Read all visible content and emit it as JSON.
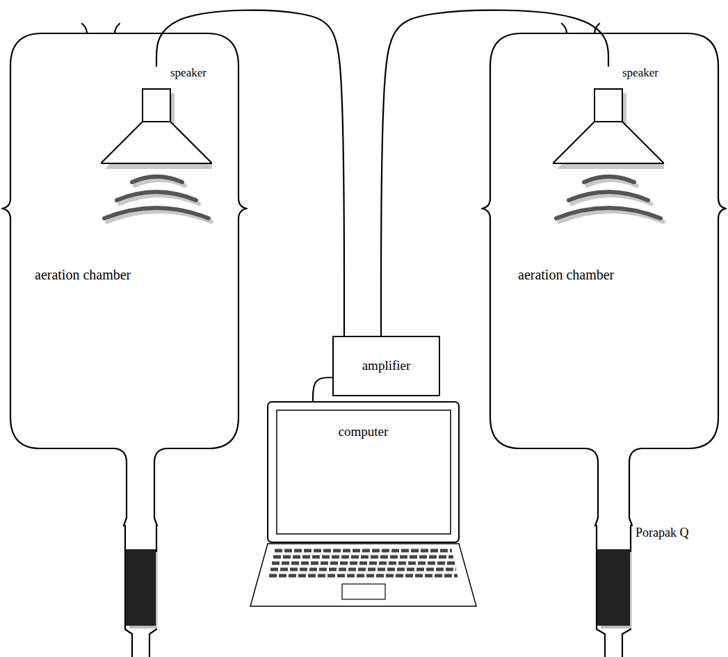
{
  "diagram": {
    "nodes": [
      {
        "text": [
          "aeration chamber"
        ]
      },
      {
        "text": [
          "speaker"
        ],
        "in": 0
      },
      {
        "text": [
          "amplifier"
        ]
      },
      {
        "text": [
          "computer"
        ]
      },
      {
        "text": [
          "aeration chamber"
        ]
      },
      {
        "text": [
          "speaker"
        ],
        "in": 4
      }
    ],
    "edges": [
      {
        "from": 1,
        "to": 2,
        "arrow": "none"
      },
      {
        "from": 5,
        "to": 2,
        "arrow": "none"
      },
      {
        "from": 2,
        "to": 3,
        "arrow": "none"
      }
    ],
    "labels": [
      "Porapak Q"
    ]
  }
}
